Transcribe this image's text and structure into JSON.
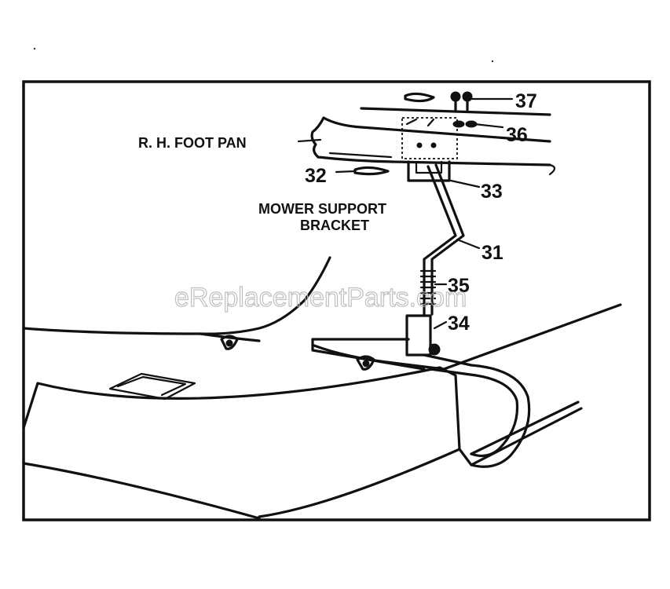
{
  "diagram": {
    "labels": {
      "foot_pan": "R. H. FOOT PAN",
      "mower_support_line1": "MOWER SUPPORT",
      "mower_support_line2": "BRACKET"
    },
    "parts": {
      "p31": "31",
      "p32": "32",
      "p33": "33",
      "p34": "34",
      "p35": "35",
      "p36": "36",
      "p37": "37"
    },
    "watermark": "eReplacementParts.com",
    "colors": {
      "ink": "#111111",
      "background": "#ffffff",
      "watermark": "#b4b4b4"
    }
  }
}
